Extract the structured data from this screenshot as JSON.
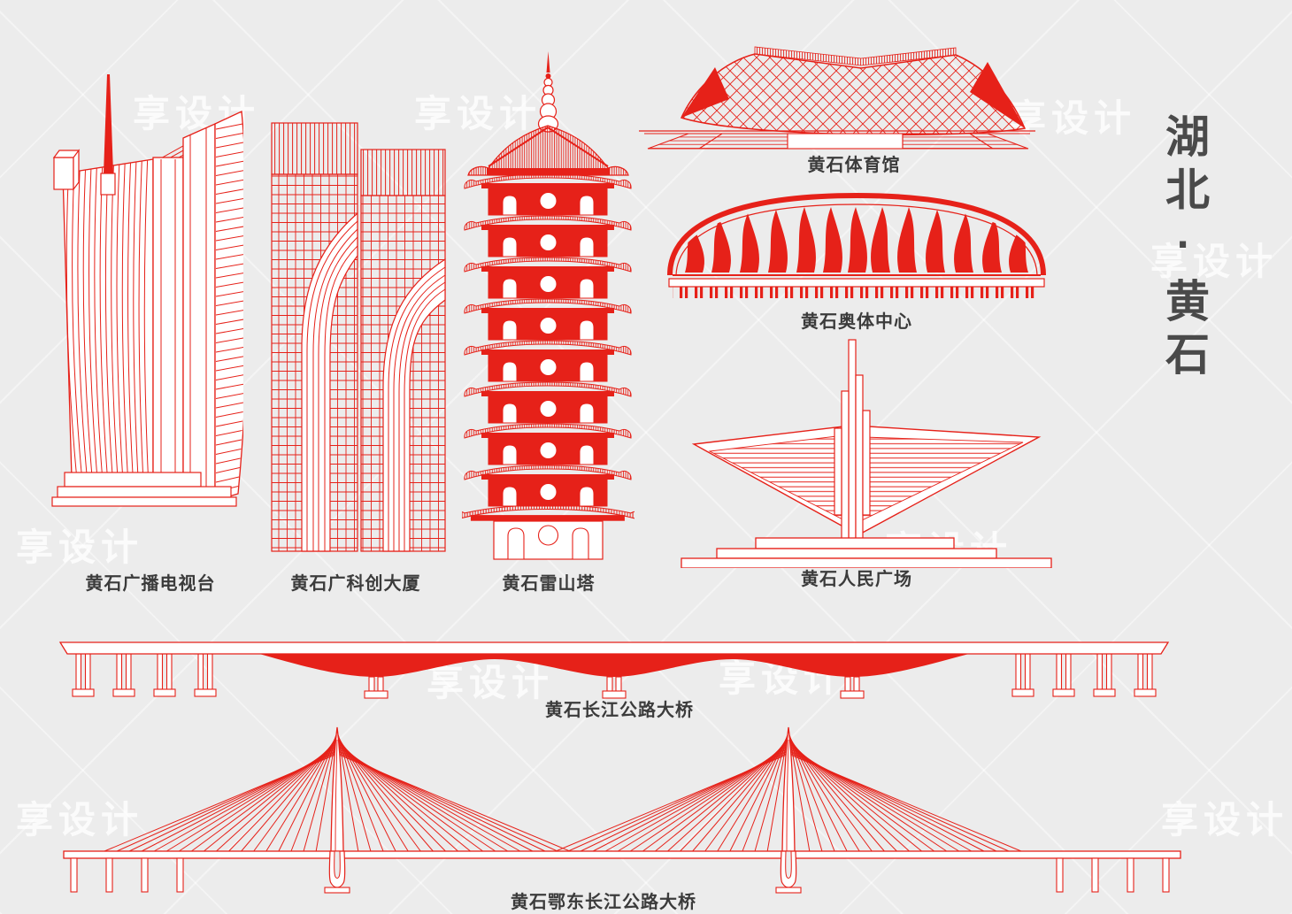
{
  "title": {
    "full": "湖北·黄石"
  },
  "watermark": {
    "text": "享设计"
  },
  "colors": {
    "accent": "#e62119",
    "label_text": "#3b3b3b",
    "title_text": "#4a4a4a",
    "background": "#ececec"
  },
  "landmarks": [
    {
      "id": "tv-station",
      "label": "黄石广播电视台"
    },
    {
      "id": "guangke-tower",
      "label": "黄石广科创大厦"
    },
    {
      "id": "leishan-pagoda",
      "label": "黄石雷山塔"
    },
    {
      "id": "gymnasium",
      "label": "黄石体育馆"
    },
    {
      "id": "olympic-center",
      "label": "黄石奥体中心"
    },
    {
      "id": "peoples-square",
      "label": "黄石人民广场"
    },
    {
      "id": "changjiang-bridge",
      "label": "黄石长江公路大桥"
    },
    {
      "id": "edong-bridge",
      "label": "黄石鄂东长江公路大桥"
    }
  ]
}
